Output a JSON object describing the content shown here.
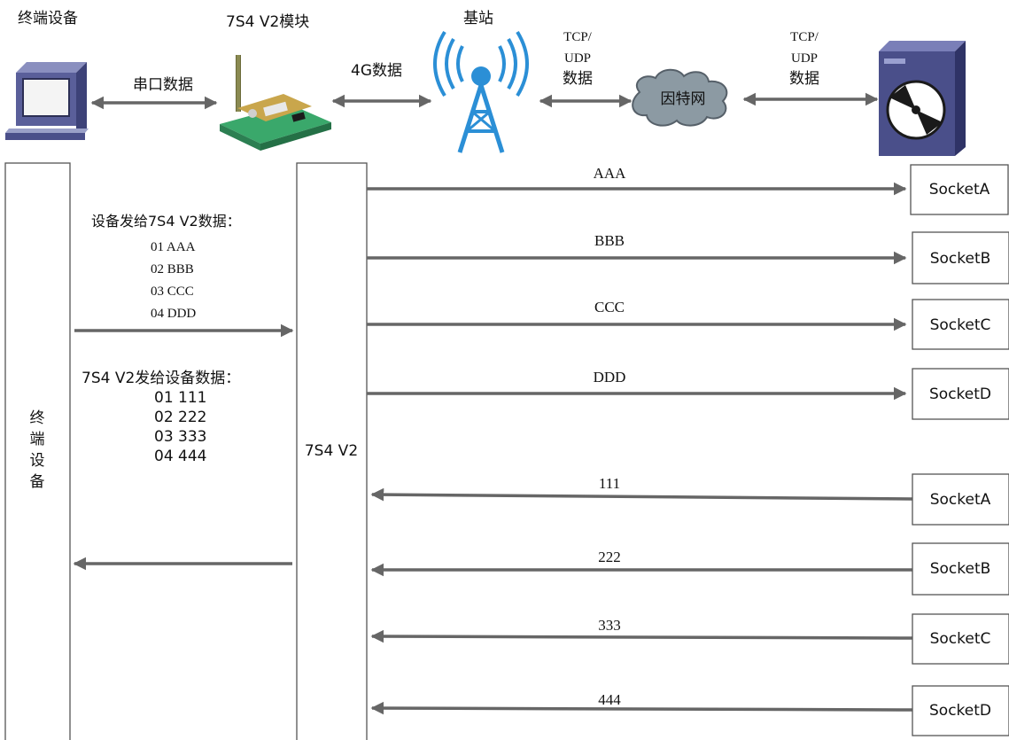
{
  "header": {
    "terminal_label": "终端设备",
    "module_label": "7S4 V2模块",
    "station_label": "基站",
    "serial_data": "串口数据",
    "data_4g": "4G数据",
    "tcp_udp_left": [
      "TCP/",
      "UDP",
      "数据"
    ],
    "internet_label": "因特网",
    "tcp_udp_right": [
      "TCP/",
      "UDP",
      "数据"
    ]
  },
  "lanes": {
    "device_lane": [
      "终",
      "端",
      "设",
      "备"
    ],
    "module_lane": "7S4 V2"
  },
  "notes": {
    "to_module_title": "设备发给7S4 V2数据：",
    "to_module_lines": [
      "01  AAA",
      "02  BBB",
      "03  CCC",
      "04  DDD"
    ],
    "to_device_title": "7S4 V2发给设备数据：",
    "to_device_lines": [
      "01 111",
      "02 222",
      "03 333",
      "04 444"
    ]
  },
  "outgoing": [
    {
      "data": "AAA",
      "socket": "SocketA"
    },
    {
      "data": "BBB",
      "socket": "SocketB"
    },
    {
      "data": "CCC",
      "socket": "SocketC"
    },
    {
      "data": "DDD",
      "socket": "SocketD"
    }
  ],
  "incoming": [
    {
      "data": "111",
      "socket": "SocketA"
    },
    {
      "data": "222",
      "socket": "SocketB"
    },
    {
      "data": "333",
      "socket": "SocketC"
    },
    {
      "data": "444",
      "socket": "SocketD"
    }
  ],
  "colors": {
    "arrow": "#666666",
    "box_border": "#555555",
    "pc_body": "#5a5f9a",
    "server_body": "#4a4f8a",
    "tower": "#2b8fd6",
    "cloud": "#8c9aa3",
    "pcb_green": "#3aa86b"
  }
}
